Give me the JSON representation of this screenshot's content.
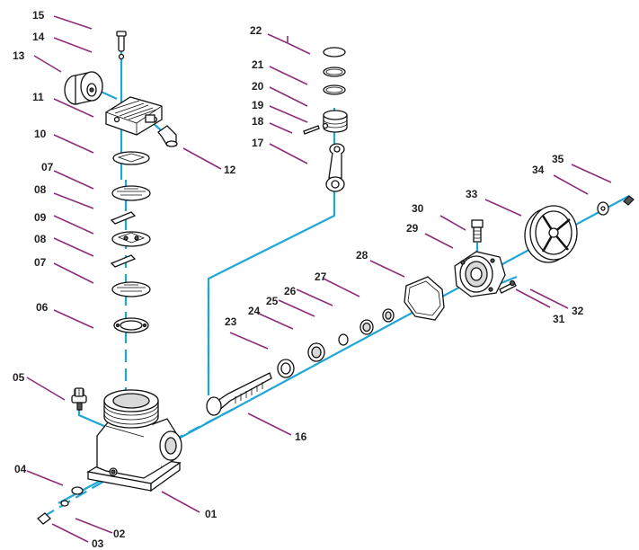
{
  "labels": {
    "p01": "01",
    "p02": "02",
    "p03": "03",
    "p04": "04",
    "p05": "05",
    "p06": "06",
    "p07a": "07",
    "p07b": "07",
    "p08a": "08",
    "p08b": "08",
    "p09": "09",
    "p10": "10",
    "p11": "11",
    "p12": "12",
    "p13": "13",
    "p14": "14",
    "p15": "15",
    "p16": "16",
    "p17": "17",
    "p18": "18",
    "p19": "19",
    "p20": "20",
    "p21": "21",
    "p22": "22",
    "p23": "23",
    "p24": "24",
    "p25": "25",
    "p26": "26",
    "p27": "27",
    "p28": "28",
    "p29": "29",
    "p30": "30",
    "p31": "31",
    "p32": "32",
    "p33": "33",
    "p34": "34",
    "p35": "35"
  },
  "colors": {
    "axis": "#1ea6d6",
    "leader": "#8e2d7a",
    "outline": "#111111",
    "label_text": "#222222"
  }
}
